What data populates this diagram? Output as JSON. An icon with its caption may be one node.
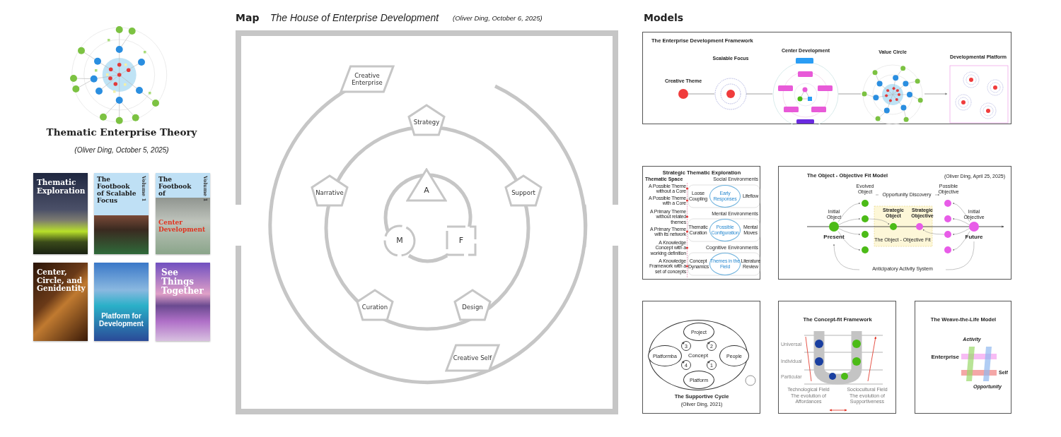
{
  "diagram": {
    "nodes": [
      {
        "text": [
          "Thematic Exploration"
        ]
      },
      {
        "text": [
          "The Footbook of Scalable Focus",
          "Volume 1"
        ]
      },
      {
        "text": [
          "The Footbook of",
          "Center Development",
          "Volume 1"
        ]
      },
      {
        "text": [
          "Center, Circle, and Genidentity"
        ]
      },
      {
        "text": [
          "Platform for Development"
        ]
      },
      {
        "text": [
          "See Things Together"
        ]
      },
      {
        "text": [
          "Creative Enterprise"
        ]
      },
      {
        "text": [
          "Strategy"
        ]
      },
      {
        "text": [
          "Narrative"
        ]
      },
      {
        "text": [
          "Support"
        ]
      },
      {
        "text": [
          "A"
        ]
      },
      {
        "text": [
          "M"
        ]
      },
      {
        "text": [
          "F"
        ]
      },
      {
        "text": [
          "Curation"
        ]
      },
      {
        "text": [
          "Design"
        ]
      },
      {
        "text": [
          "Creative Self"
        ]
      },
      {
        "text": [
          "The Enterprise Development Framework"
        ]
      },
      {
        "text": [
          "Strategic Thematic Exploration"
        ]
      },
      {
        "text": [
          "The Object - Objective Fit Model"
        ]
      },
      {
        "text": [
          "The Supportive Cycle",
          "(Oliver Ding, 2021)"
        ]
      },
      {
        "text": [
          "The Concept-fit Framework"
        ]
      },
      {
        "text": [
          "The Weave-the-Life Model"
        ]
      },
      {
        "text": [
          "Early Responses"
        ],
        "in": 17
      },
      {
        "text": [
          "Possible Configuration"
        ],
        "in": 17
      },
      {
        "text": [
          "Themes in the Field"
        ],
        "in": 17
      },
      {
        "text": [
          "Concept"
        ],
        "in": 19
      },
      {
        "text": [
          "Project"
        ],
        "in": 25
      },
      {
        "text": [
          "3"
        ],
        "in": 25
      },
      {
        "text": [
          "2"
        ],
        "in": 25
      },
      {
        "text": [
          "Platformba"
        ],
        "in": 25
      },
      {
        "text": [
          "People"
        ],
        "in": 25
      },
      {
        "text": [
          "4"
        ],
        "in": 25
      },
      {
        "text": [
          "1"
        ],
        "in": 25
      },
      {
        "text": [
          "Platform"
        ],
        "in": 25
      }
    ],
    "labels": [
      "Thematic Enterprise Theory",
      "(Oliver Ding, October 5, 2025)",
      "Map",
      "The House of Enterprise Development",
      "(Oliver Ding, October 6, 2025)",
      "Models",
      "Creative Theme",
      "Scalable Focus",
      "Center Development",
      "Value Circle",
      "Developmental Platform",
      "Thematic Space",
      "Social Environments",
      "A Possible Theme without a Core",
      "A Possible Theme with a Core",
      "Loose Coupling",
      "Lifeflow",
      "Mental Environments",
      "A Primary Theme without related themes",
      "A Primary Theme with its network",
      "Thematic Curation",
      "Mental Moves",
      "Cognitive Environments",
      "A Knowledge Concept with a working definition",
      "A Knowledge Framework with a set of concepts",
      "Concept Dynamics",
      "Literature Review",
      "(Oliver Ding, April 25, 2025)",
      "Evolved Object",
      "Opportunity Discovery",
      "Possible Objective",
      "Initial Object",
      "Strategic Object",
      "Strategic Objective",
      "Initial Objective",
      "Present",
      "Future",
      "The Object - Objective Fit",
      "Anticipatory Activity System",
      "Universal",
      "Individual",
      "Particular",
      "Technological Field",
      "The evolution of Affordances",
      "Sociocultural Field",
      "The evolution of Supportiveness",
      "Activity",
      "Enterprise",
      "Self",
      "Opportunity"
    ]
  }
}
